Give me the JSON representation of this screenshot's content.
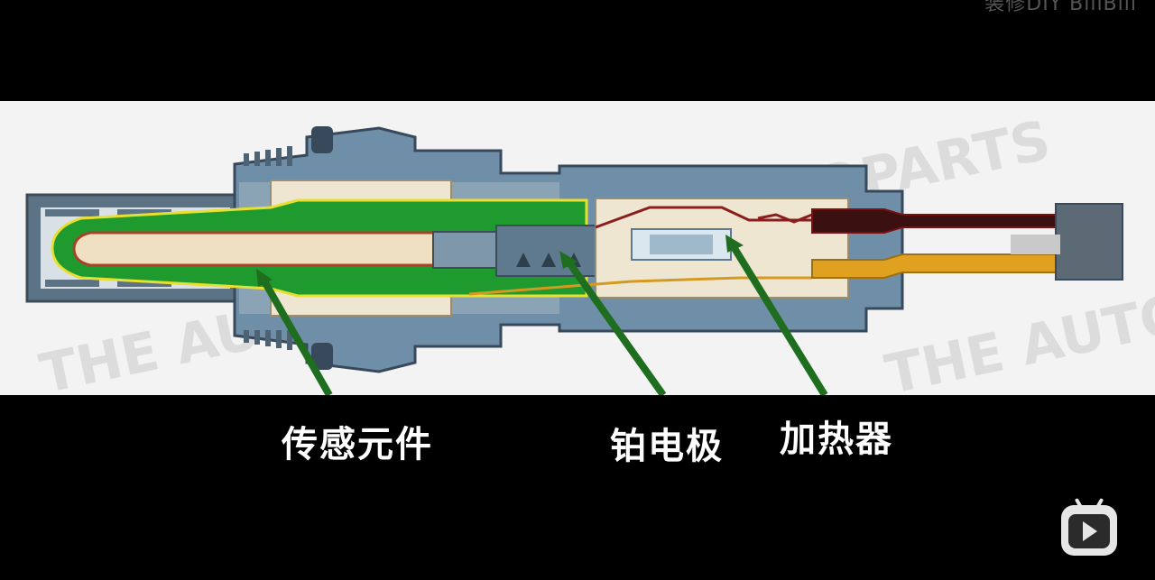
{
  "top_watermark": "装修DIY  BiliBili",
  "diagram": {
    "watermark_text": "THE AUTOPARTS"
  },
  "labels": {
    "sensor_element": "传感元件",
    "platinum_electrode": "铂电极",
    "heater": "加热器"
  },
  "colors": {
    "body_steel": "#6f8fa8",
    "body_dark": "#4d6272",
    "ceramic": "#efe6d2",
    "sensor_green": "#1f9a2e",
    "arrow_green": "#1f6e1f",
    "wire_red": "#7a1010",
    "wire_orange": "#e0a020",
    "background": "#000000"
  },
  "icons": {
    "player_logo": "bilibili-tv-icon"
  }
}
